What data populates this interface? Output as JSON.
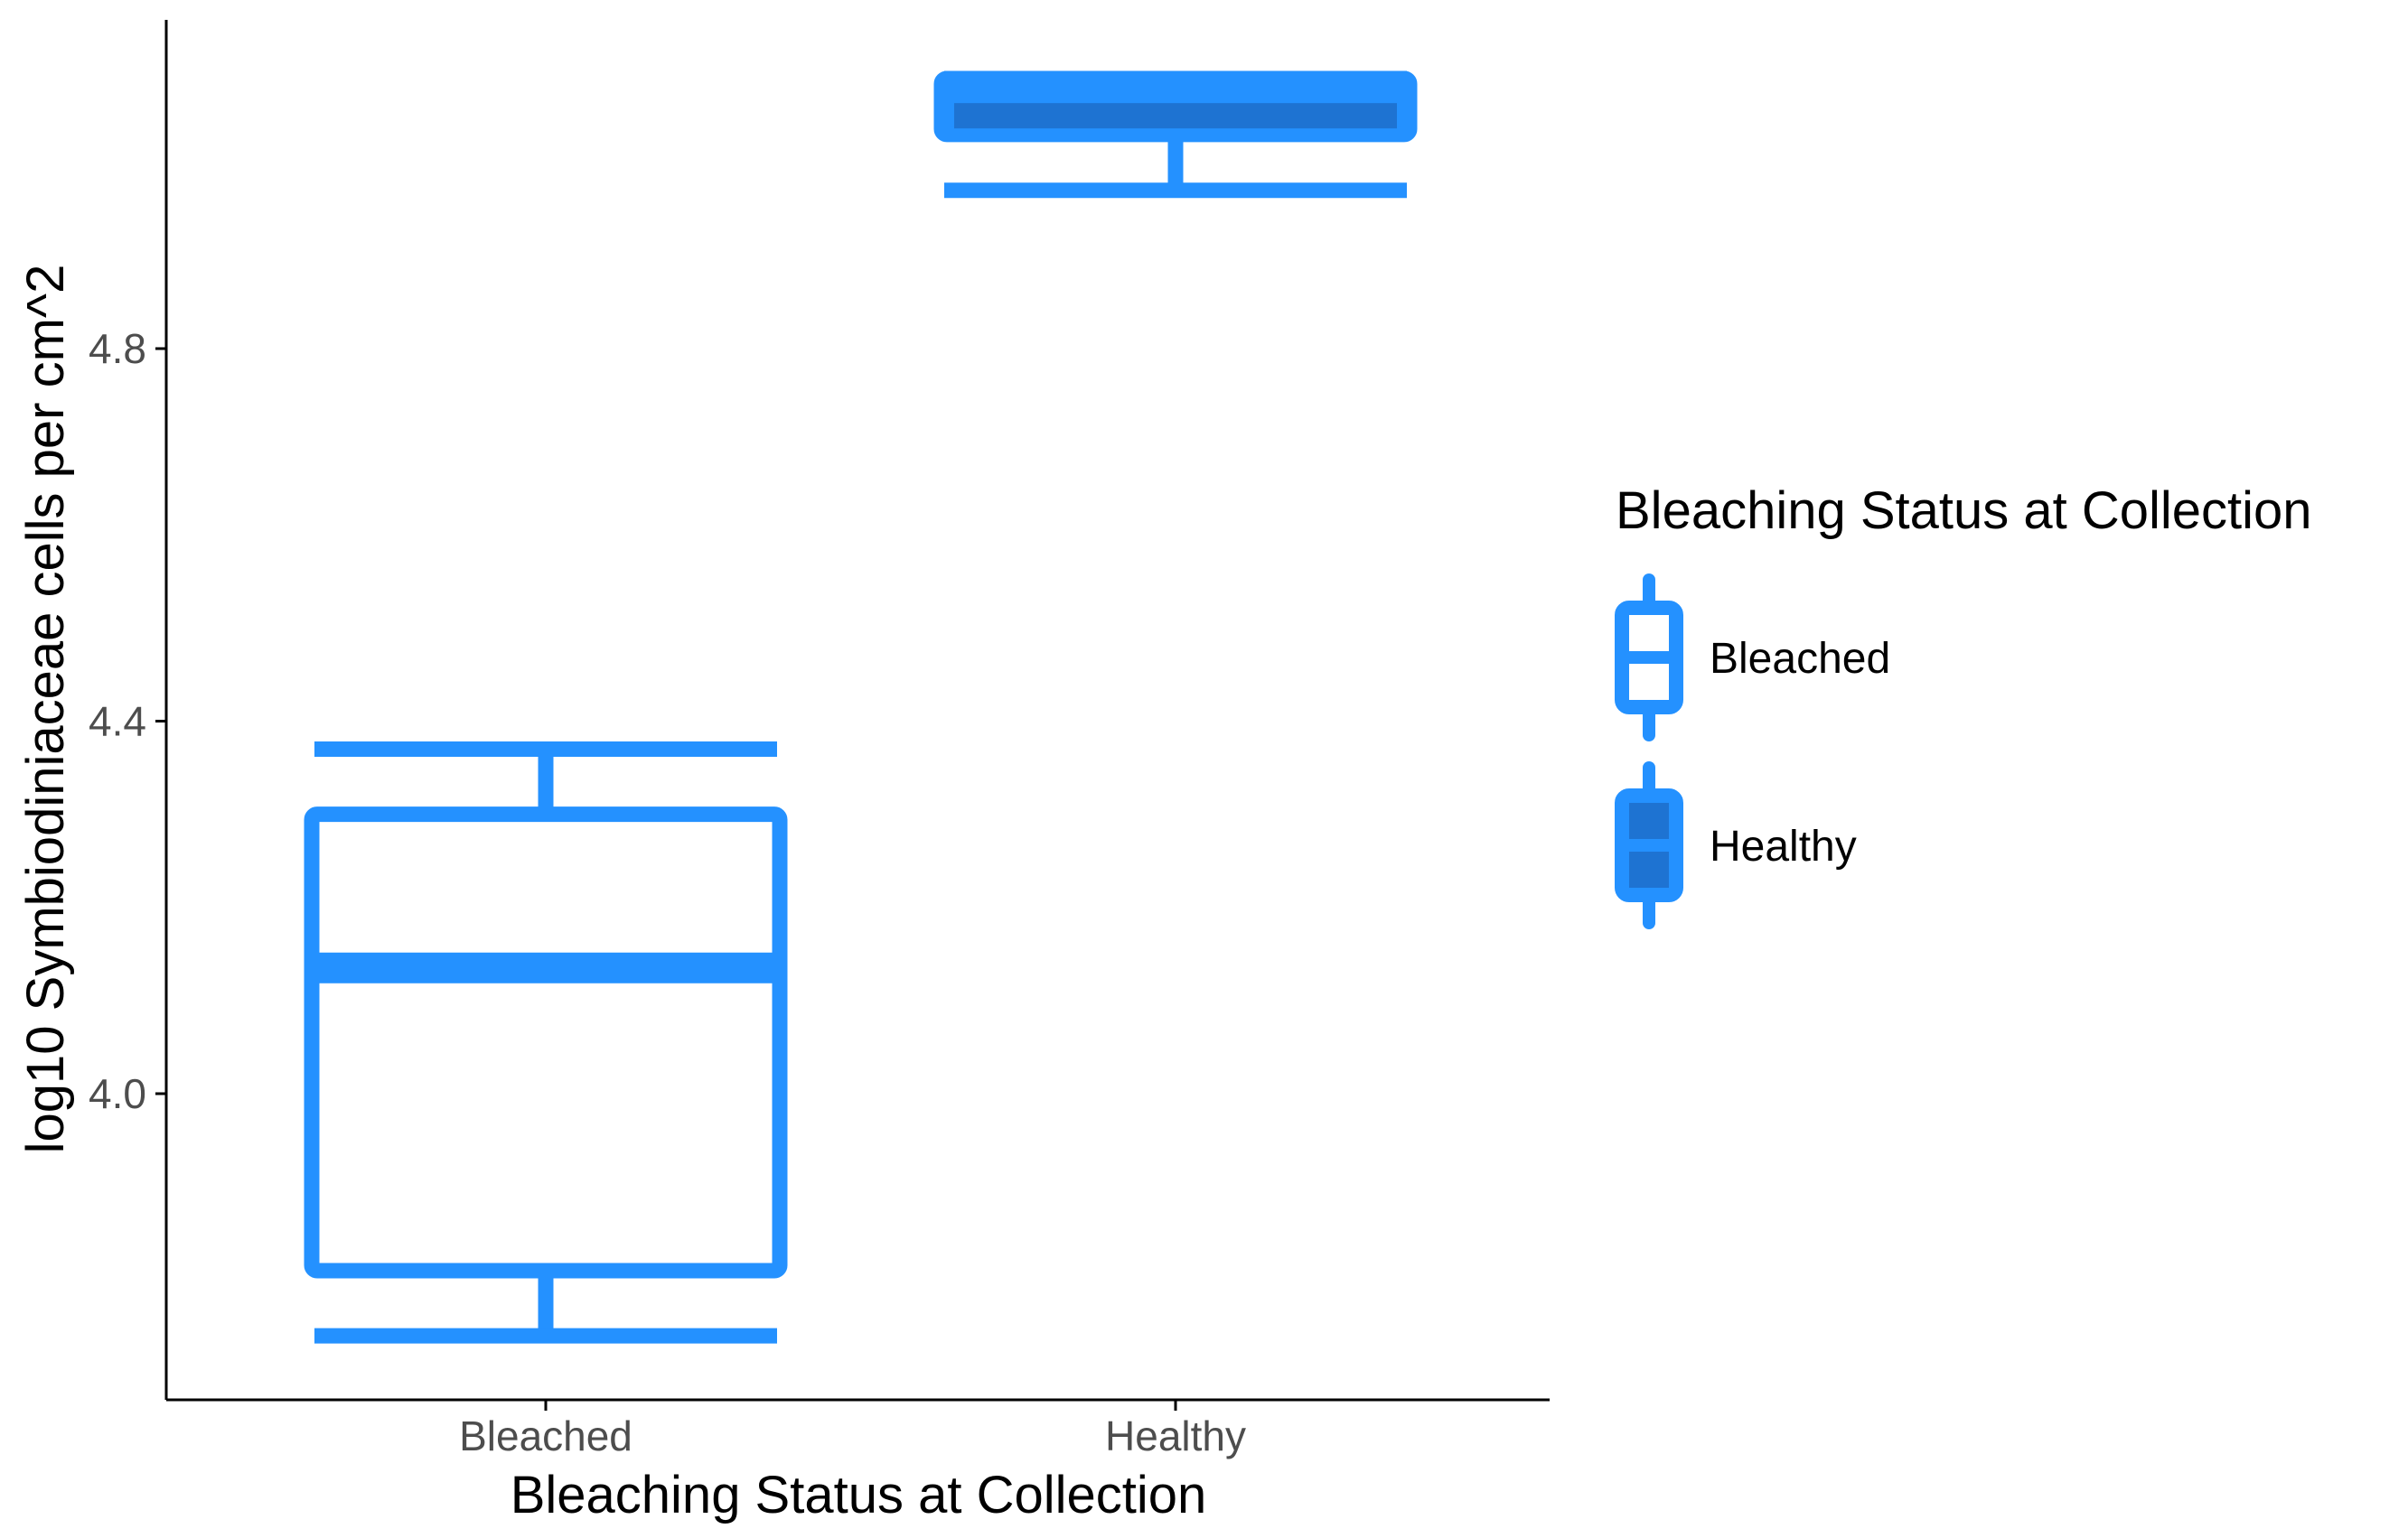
{
  "chart_data": {
    "type": "box",
    "title": "",
    "xlabel": "Bleaching Status at Collection",
    "ylabel": "log10 Symbiodiniaceae cells per cm^2",
    "ylim": [
      3.67,
      5.16
    ],
    "yticks": [
      4.0,
      4.4,
      4.8
    ],
    "ytick_labels": [
      "4.0",
      "4.4",
      "4.8"
    ],
    "grid": false,
    "legend": {
      "title": "Bleaching Status at Collection",
      "position": "right",
      "entries": [
        "Bleached",
        "Healthy"
      ]
    },
    "categories": [
      "Bleached",
      "Healthy"
    ],
    "boxes": [
      {
        "category": "Bleached",
        "whisker_low": 3.74,
        "q1": 3.81,
        "median": 4.135,
        "q3": 4.3,
        "whisker_high": 4.37,
        "filled": false
      },
      {
        "category": "Healthy",
        "whisker_low": 4.97,
        "q1": 5.03,
        "median": 5.05,
        "q3": 5.09,
        "whisker_high": 5.09,
        "filled": true
      }
    ],
    "colors": {
      "box": "#2491FF",
      "median_fill": "#1E73D2",
      "axis": "#000000",
      "tick_label": "#4d4d4d"
    }
  }
}
